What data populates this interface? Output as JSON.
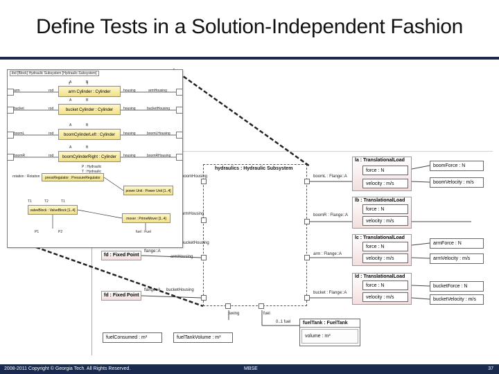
{
  "slide": {
    "title": "Define Tests in a Solution-Independent Fashion",
    "footer_left": "2008-2011 Copyright © Georgia Tech. All Rights Reserved.",
    "footer_center": "MBSE",
    "footer_right": "37"
  },
  "inset": {
    "header": "ibd [Block] Hydraulic Subsystem [Hydraulic Subsystem]",
    "cylinders": [
      {
        "name": "arm Cylinder : Cylinder",
        "left_port": "rod",
        "right_port": "housing",
        "ext_left": "arm",
        "ext_right": "armHousing",
        "a": "A",
        "b": "B"
      },
      {
        "name": "bucket Cylinder : Cylinder",
        "left_port": "rod",
        "right_port": "housing",
        "ext_left": "bucket",
        "ext_right": "bucketHousing",
        "a": "A",
        "b": "B"
      },
      {
        "name": "boomCylinderLeft : Cylinder",
        "left_port": "rod",
        "right_port": "housing",
        "ext_left": "boomL",
        "ext_right": "boomLHousing",
        "a": "A",
        "b": "B"
      },
      {
        "name": "boomCylinderRight : Cylinder",
        "left_port": "rod",
        "right_port": "housing",
        "ext_left": "boomR",
        "ext_right": "boomRHousing",
        "a": "A",
        "b": "B"
      }
    ],
    "p_label": "P : Hydraulic",
    "t_label": "T : Hydraulic",
    "power_unit": "power Unit : Power Unit [1..4]",
    "valve_block": "valveBlock : ValveBlock [1..4]",
    "prime_mover": "mover : PrimeMover [1..4]",
    "pressure_reg": "pressRegulator : PressureRegulator",
    "left_misc": "rotation : Rotation",
    "t_ports": [
      "T1",
      "T2",
      "T1",
      "P1",
      "P2"
    ],
    "fuel_label": "fuel : Fuel"
  },
  "main": {
    "block_title": "hydraulics : Hydraulic Subsystem",
    "left_ports": [
      {
        "label": "boomHousing"
      },
      {
        "label": "armHousing"
      },
      {
        "label": "bucketHousing"
      }
    ],
    "right_ports": [
      {
        "label": "boomL : Flange::A"
      },
      {
        "label": "boomR : Flange::A"
      },
      {
        "label": "arm : Flange::A"
      },
      {
        "label": "bucket : Flange::A"
      }
    ],
    "fixed_points": [
      {
        "label": "fd : Fixed Point",
        "flange": "flange::A",
        "housing": "armHousing"
      },
      {
        "label": "fd : Fixed Point",
        "flange": "flange::A",
        "housing": "bucketHousing"
      }
    ],
    "bottom_ports": {
      "swing": "swing",
      "fuel": "fuel",
      "fuel_conn": "0..1 fuel"
    },
    "fuel_tank": {
      "name": "fuelTank : FuelTank",
      "attr": "volume : m³"
    },
    "measures": [
      "fuelConsumed : m³",
      "fuelTankVolume : m³"
    ],
    "loads": [
      {
        "name": "la : TranslationalLoad",
        "force": "force : N",
        "velocity": "velocity : m/s",
        "out_force": "boomForce : N",
        "out_vel": "boomVelocity : m/s"
      },
      {
        "name": "lb : TranslationalLoad",
        "force": "force : N",
        "velocity": "velocity : m/s",
        "out_force": "",
        "out_vel": ""
      },
      {
        "name": "lc : TranslationalLoad",
        "force": "force : N",
        "velocity": "velocity : m/s",
        "out_force": "armForce : N",
        "out_vel": "armVelocity : m/s"
      },
      {
        "name": "ld : TranslationalLoad",
        "force": "force : N",
        "velocity": "velocity : m/s",
        "out_force": "bucketForce : N",
        "out_vel": "bucketVelocity : m/s"
      }
    ]
  }
}
